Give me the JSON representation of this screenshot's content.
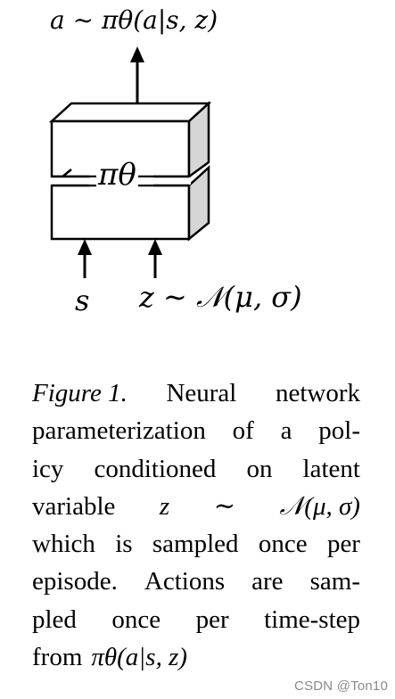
{
  "diagram": {
    "top_label": "a ∼ πθ(a|s, z)",
    "network_label": "πθ",
    "input_s": "s",
    "input_z": "z ∼ 𝒩(μ, σ)"
  },
  "caption": {
    "label": "Figure 1.",
    "line1_rest": [
      "Neural",
      "network"
    ],
    "line2": [
      "parameterization",
      "of",
      "a",
      "pol-"
    ],
    "line3": [
      "icy",
      "conditioned",
      "on",
      "latent"
    ],
    "line4_word": "variable",
    "line4_math": [
      "z",
      "∼",
      "𝒩(μ, σ)"
    ],
    "line5": [
      "which",
      "is",
      "sampled",
      "once",
      "per"
    ],
    "line6": [
      "episode.",
      "Actions",
      "are",
      "sam-"
    ],
    "line7": [
      "pled",
      "once",
      "per",
      "time-step"
    ],
    "line8_word": "from",
    "line8_math": "πθ(a|s, z)"
  },
  "watermark": "CSDN @Ton10"
}
